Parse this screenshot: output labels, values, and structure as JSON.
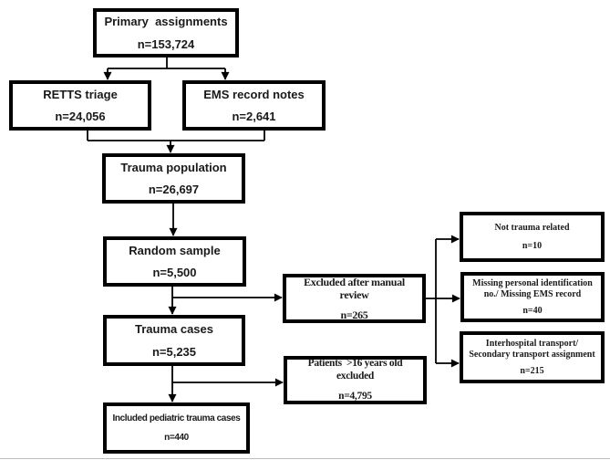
{
  "diagram": {
    "type": "flowchart",
    "background_color": "#ffffff",
    "line_color": "#000000",
    "box_border_color": "#000000",
    "nodes": {
      "primary_assignments": {
        "label": "Primary  assignments",
        "n": "n=153,724"
      },
      "retts_triage": {
        "label": "RETTS triage",
        "n": "n=24,056"
      },
      "ems_record_notes": {
        "label": "EMS record notes",
        "n": "n=2,641"
      },
      "trauma_population": {
        "label": "Trauma population",
        "n": "n=26,697"
      },
      "random_sample": {
        "label": "Random sample",
        "n": "n=5,500"
      },
      "trauma_cases": {
        "label": "Trauma cases",
        "n": "n=5,235"
      },
      "included_pediatric_trauma_cases": {
        "label": "Included pediatric trauma cases",
        "n": "n=440"
      },
      "excluded_after_manual_review": {
        "label": "Excluded after manual review",
        "n": "n=265"
      },
      "patients_over_16_excluded": {
        "label": "Patients  >16 years old excluded",
        "n": "n=4,795"
      },
      "not_trauma_related": {
        "label": "Not trauma related",
        "n": "n=10"
      },
      "missing_id_missing_ems_record": {
        "label": "Missing personal identification no./ Missing EMS record",
        "n": "n=40"
      },
      "interhospital_secondary_transport": {
        "label": "Interhospital transport/ Secondary transport assignment",
        "n": "n=215"
      }
    },
    "edges": [
      {
        "from": "primary_assignments",
        "to": "retts_triage"
      },
      {
        "from": "primary_assignments",
        "to": "ems_record_notes"
      },
      {
        "from": "retts_triage",
        "to": "trauma_population"
      },
      {
        "from": "ems_record_notes",
        "to": "trauma_population"
      },
      {
        "from": "trauma_population",
        "to": "random_sample"
      },
      {
        "from": "random_sample",
        "to": "excluded_after_manual_review"
      },
      {
        "from": "random_sample",
        "to": "trauma_cases"
      },
      {
        "from": "excluded_after_manual_review",
        "to": "not_trauma_related"
      },
      {
        "from": "excluded_after_manual_review",
        "to": "missing_id_missing_ems_record"
      },
      {
        "from": "excluded_after_manual_review",
        "to": "interhospital_secondary_transport"
      },
      {
        "from": "trauma_cases",
        "to": "patients_over_16_excluded"
      },
      {
        "from": "trauma_cases",
        "to": "included_pediatric_trauma_cases"
      }
    ]
  }
}
